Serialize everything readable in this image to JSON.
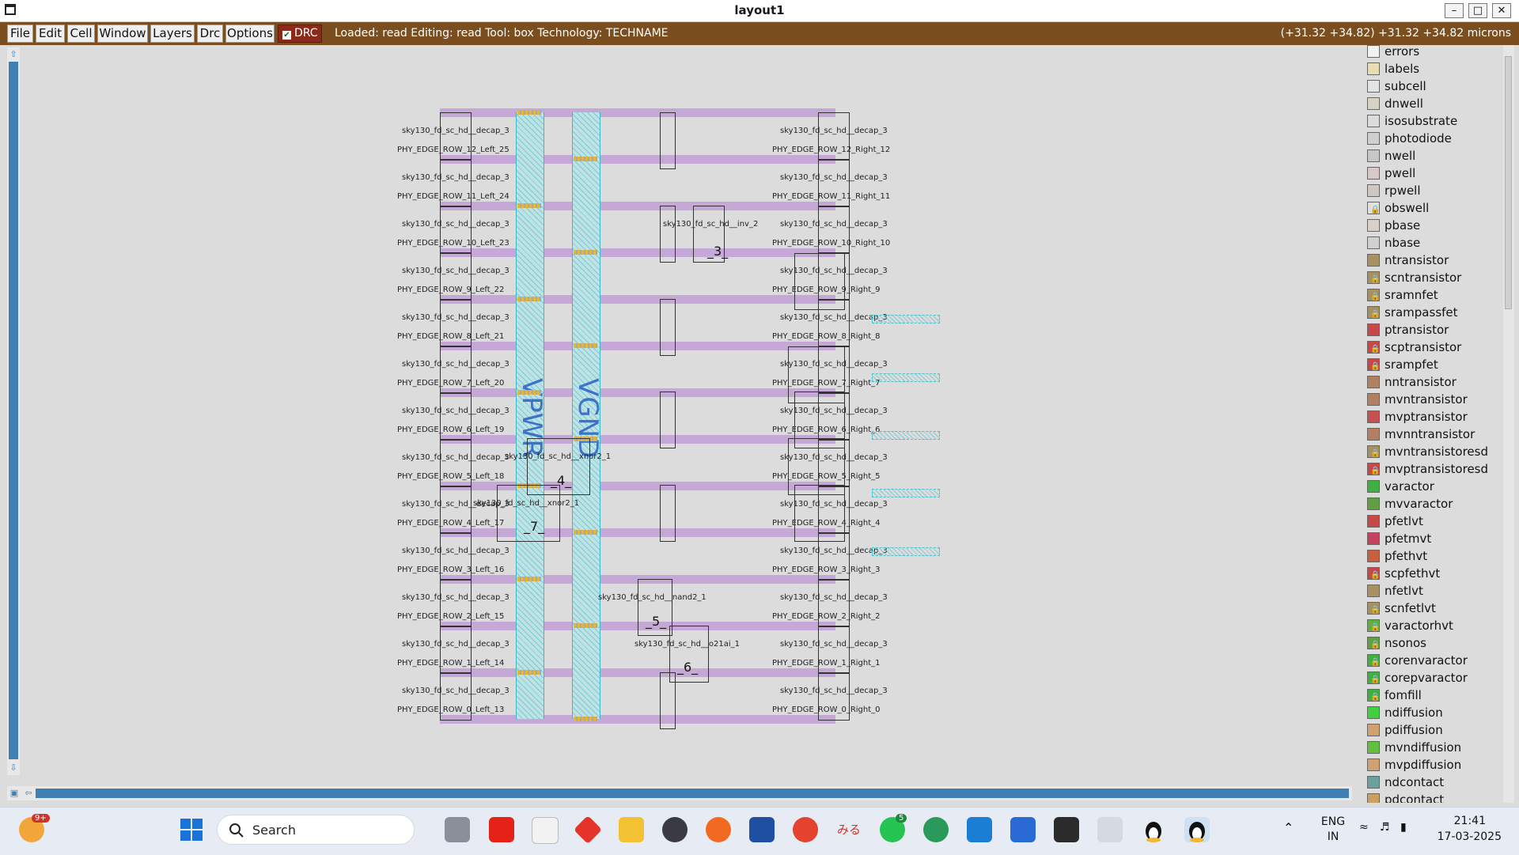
{
  "window": {
    "title": "layout1"
  },
  "menu": {
    "items": [
      "File",
      "Edit",
      "Cell",
      "Window",
      "Layers",
      "Drc",
      "Options"
    ],
    "drc_label": "DRC",
    "status": "Loaded: read Editing: read Tool: box  Technology: TECHNAME",
    "coords": "(+31.32 +34.82) +31.32 +34.82 microns"
  },
  "layout": {
    "rail_names": {
      "vpwr": "VPWR",
      "vgnd": "VGND"
    },
    "decap_label": "sky130_fd_sc_hd__decap_3",
    "left_rows": [
      "PHY_EDGE_ROW_12_Left_25",
      "PHY_EDGE_ROW_11_Left_24",
      "PHY_EDGE_ROW_10_Left_23",
      "PHY_EDGE_ROW_9_Left_22",
      "PHY_EDGE_ROW_8_Left_21",
      "PHY_EDGE_ROW_7_Left_20",
      "PHY_EDGE_ROW_6_Left_19",
      "PHY_EDGE_ROW_5_Left_18",
      "PHY_EDGE_ROW_4_Left_17",
      "PHY_EDGE_ROW_3_Left_16",
      "PHY_EDGE_ROW_2_Left_15",
      "PHY_EDGE_ROW_1_Left_14",
      "PHY_EDGE_ROW_0_Left_13"
    ],
    "right_rows": [
      "PHY_EDGE_ROW_12_Right_12",
      "PHY_EDGE_ROW_11_Right_11",
      "PHY_EDGE_ROW_10_Right_10",
      "PHY_EDGE_ROW_9_Right_9",
      "PHY_EDGE_ROW_8_Right_8",
      "PHY_EDGE_ROW_7_Right_7",
      "PHY_EDGE_ROW_6_Right_6",
      "PHY_EDGE_ROW_5_Right_5",
      "PHY_EDGE_ROW_4_Right_4",
      "PHY_EDGE_ROW_3_Right_3",
      "PHY_EDGE_ROW_2_Right_2",
      "PHY_EDGE_ROW_1_Right_1",
      "PHY_EDGE_ROW_0_Right_0"
    ],
    "cells": {
      "inv": {
        "type": "sky130_fd_sc_hd__inv_2",
        "inst": "_3_"
      },
      "xnor2": {
        "type": "sky130_fd_sc_hd__xnor2_1",
        "inst": "_4_"
      },
      "xnor2b": {
        "type": "sky130_fd_sc_hd__xnor2_1",
        "inst": "_7_"
      },
      "nand2": {
        "type": "sky130_fd_sc_hd__nand2_1",
        "inst": "_5_"
      },
      "o21ai": {
        "type": "sky130_fd_sc_hd__o21ai_1",
        "inst": "_6_"
      }
    }
  },
  "layers": [
    "errors",
    "labels",
    "subcell",
    "dnwell",
    "isosubstrate",
    "photodiode",
    "nwell",
    "pwell",
    "rpwell",
    "obswell",
    "pbase",
    "nbase",
    "ntransistor",
    "scntransistor",
    "sramnfet",
    "srampassfet",
    "ptransistor",
    "scptransistor",
    "srampfet",
    "nntransistor",
    "mvntransistor",
    "mvptransistor",
    "mvnntransistor",
    "mvntransistoresd",
    "mvptransistoresd",
    "varactor",
    "mvvaractor",
    "pfetlvt",
    "pfetmvt",
    "pfethvt",
    "scpfethvt",
    "nfetlvt",
    "scnfetlvt",
    "varactorhvt",
    "nsonos",
    "corenvaractor",
    "corepvaractor",
    "fomfill",
    "ndiffusion",
    "pdiffusion",
    "mvndiffusion",
    "mvpdiffusion",
    "ndcontact",
    "pdcontact"
  ],
  "layer_colors": [
    "#f2f2f2",
    "#e6ddb0",
    "#e4e4e4",
    "#d8d4c4",
    "#dcdcdc",
    "#cfcfcf",
    "#c8c8c8",
    "#d8c8c8",
    "#d0c8c0",
    "#e0e0e0",
    "#d9d0c8",
    "#d0d0d0",
    "#a89160",
    "#a89160",
    "#a89160",
    "#a89160",
    "#c84848",
    "#c84848",
    "#c84848",
    "#b08060",
    "#b08060",
    "#c85050",
    "#b08060",
    "#a89160",
    "#c84848",
    "#40b040",
    "#60a040",
    "#c84848",
    "#c84060",
    "#c86040",
    "#c84848",
    "#a89160",
    "#a89160",
    "#60b040",
    "#60a040",
    "#40b040",
    "#40b040",
    "#40b040",
    "#40d040",
    "#d0a070",
    "#60c040",
    "#d0a070",
    "#6aa0a0",
    "#c8a060"
  ],
  "layer_locked": [
    false,
    false,
    false,
    false,
    false,
    false,
    false,
    false,
    false,
    true,
    false,
    false,
    false,
    true,
    true,
    true,
    false,
    true,
    true,
    false,
    false,
    false,
    false,
    true,
    true,
    false,
    false,
    false,
    false,
    false,
    true,
    false,
    true,
    true,
    true,
    true,
    true,
    true,
    false,
    false,
    false,
    false,
    false,
    false
  ],
  "taskbar": {
    "search_placeholder": "Search",
    "weather_badge": "9+",
    "whatsapp_badge": "5",
    "lang_top": "ENG",
    "lang_bottom": "IN",
    "time": "21:41",
    "date": "17-03-2025"
  }
}
